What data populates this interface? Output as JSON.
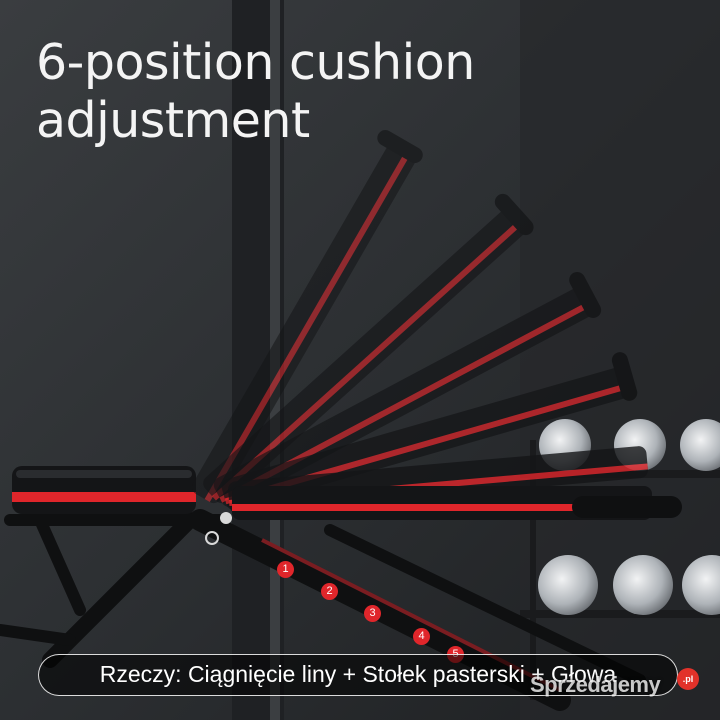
{
  "headline": {
    "line1": "6-position cushion",
    "line2": "adjustment"
  },
  "position_markers": [
    "1",
    "2",
    "3",
    "4",
    "5"
  ],
  "caption": "Rzeczy: Ciągnięcie liny + Stołek pasterski + Głowa",
  "watermark": {
    "text": "Sprzedajemy",
    "badge": ".pl"
  },
  "colors": {
    "background": "#2e3134",
    "bench_black": "#111214",
    "accent_red": "#e0262b",
    "dumbbell_chrome": "#c8ccd0"
  }
}
